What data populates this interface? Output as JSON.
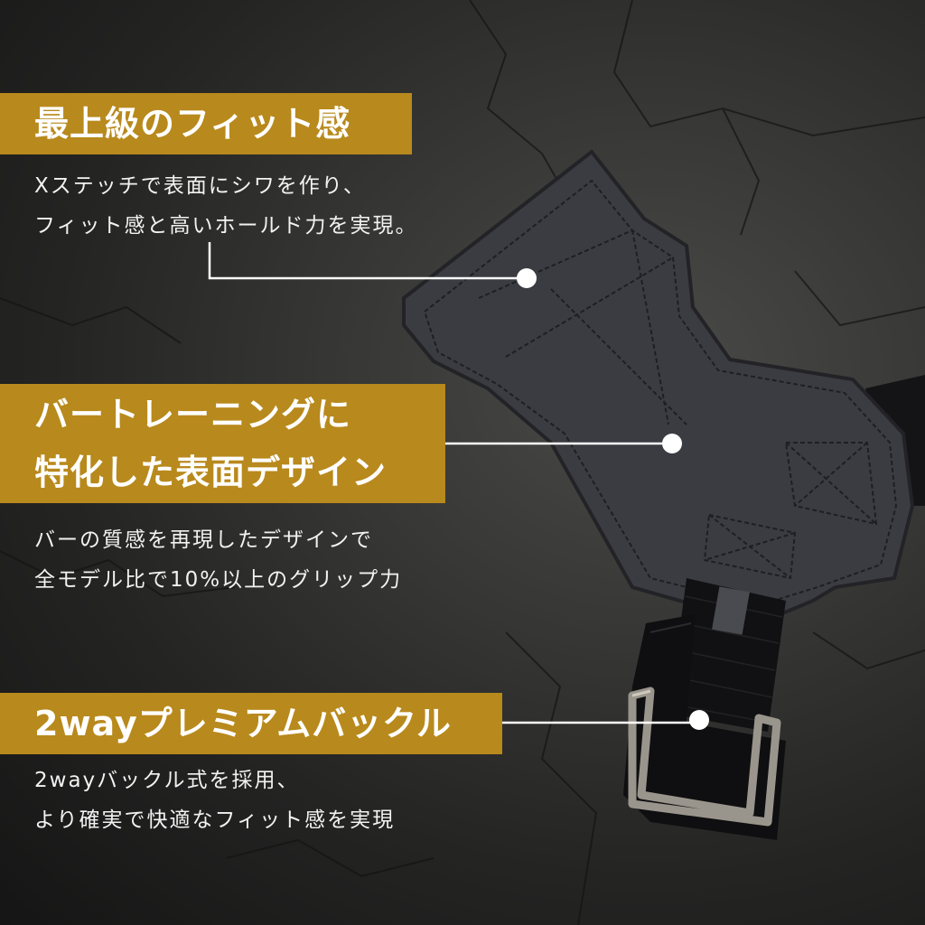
{
  "sections": [
    {
      "title_lines": [
        "最上級のフィット感"
      ],
      "desc_lines": [
        "Xステッチで表面にシワを作り、",
        "フィット感と高いホールド力を実現。"
      ]
    },
    {
      "title_lines": [
        "バートレーニングに",
        "特化した表面デザイン"
      ],
      "desc_lines": [
        "バーの質感を再現したデザインで",
        "全モデル比で10%以上のグリップ力"
      ]
    },
    {
      "title_lines": [
        "2wayプレミアムバックル"
      ],
      "desc_lines": [
        "2wayバックル式を採用、",
        "より確実で快適なフィット感を実現"
      ]
    }
  ],
  "colors": {
    "accent": "#b8891c",
    "background": "#2a2a2a",
    "text": "#ffffff"
  }
}
